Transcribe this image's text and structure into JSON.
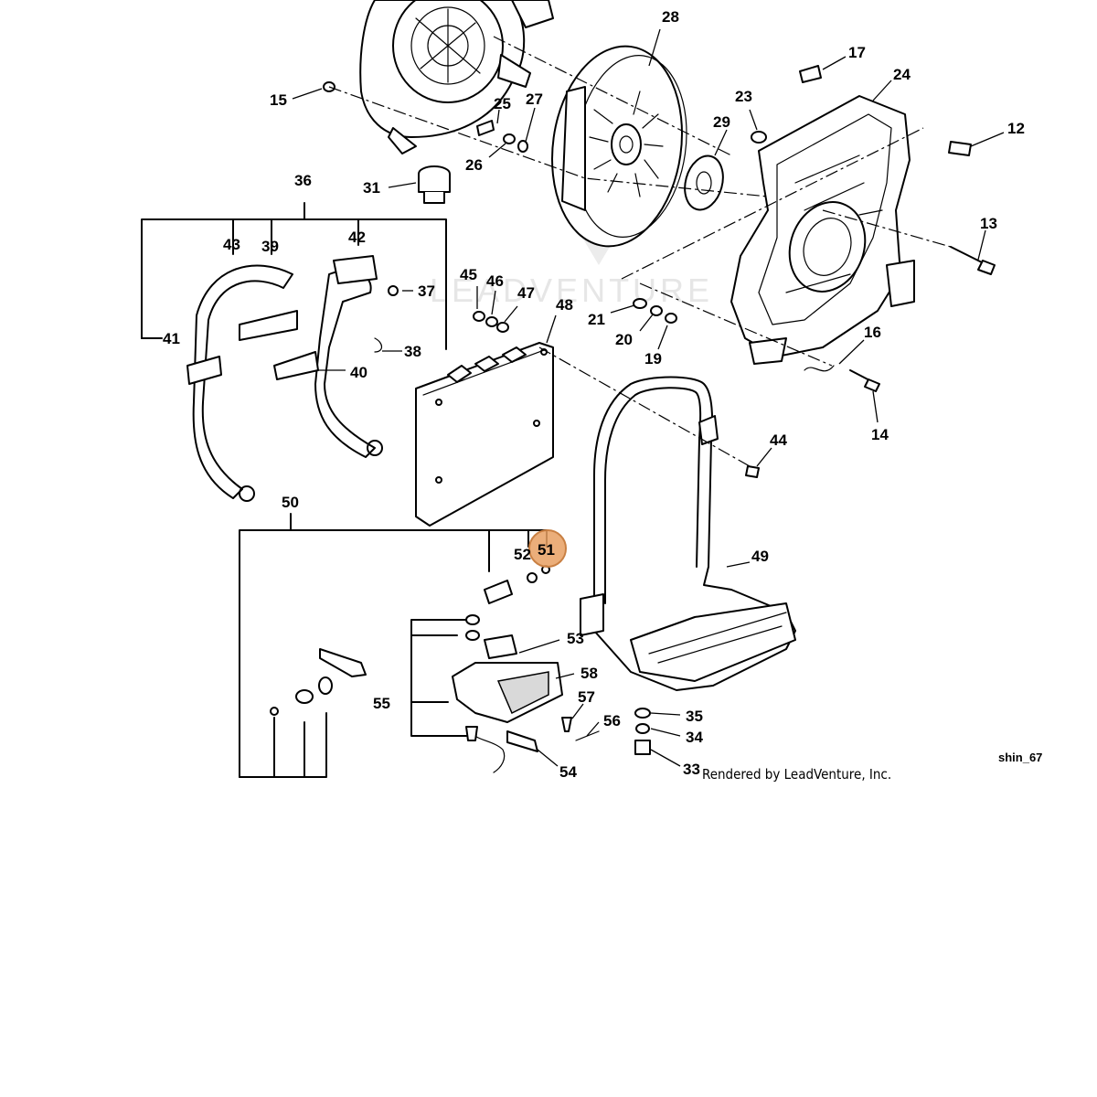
{
  "watermark": "LEADVENTURE",
  "credit": "Rendered by LeadVenture, Inc.",
  "diagram_code": "shin_67",
  "highlight_color": "#e8a063",
  "highlighted_part": "51",
  "parts": {
    "p12": "12",
    "p13": "13",
    "p14": "14",
    "p15": "15",
    "p16": "16",
    "p17": "17",
    "p19": "19",
    "p20": "20",
    "p21": "21",
    "p23": "23",
    "p24": "24",
    "p25": "25",
    "p26": "26",
    "p27": "27",
    "p28": "28",
    "p29": "29",
    "p31": "31",
    "p33": "33",
    "p34": "34",
    "p35": "35",
    "p36": "36",
    "p37": "37",
    "p38": "38",
    "p39": "39",
    "p40": "40",
    "p41": "41",
    "p42": "42",
    "p43": "43",
    "p44": "44",
    "p45": "45",
    "p46": "46",
    "p47": "47",
    "p48": "48",
    "p49": "49",
    "p50": "50",
    "p51": "51",
    "p52": "52",
    "p53": "53",
    "p54": "54",
    "p55": "55",
    "p56": "56",
    "p57": "57",
    "p58": "58"
  }
}
